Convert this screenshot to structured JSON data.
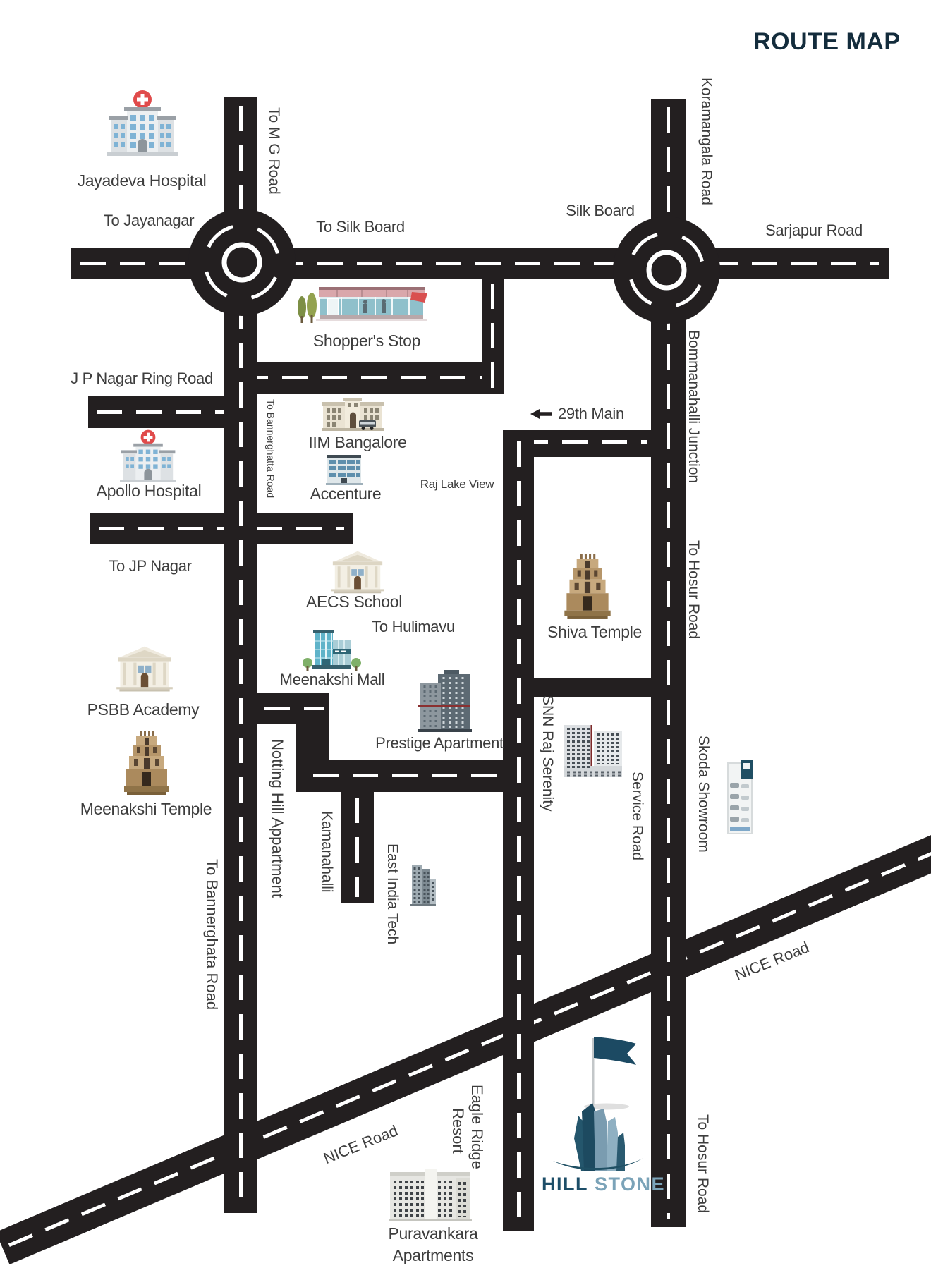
{
  "title": "ROUTE MAP",
  "roads": {
    "to_mg_road": "To M G Road",
    "to_jayanagar": "To Jayanagar",
    "to_silk_board": "To Silk Board",
    "silk_board": "Silk Board",
    "koramangala_road": "Koramangala Road",
    "sarjapur_road": "Sarjapur Road",
    "jp_nagar_ring_road": "J P Nagar Ring Road",
    "to_bannerghatta_small": "To Bannerghatta Road",
    "main_29th": "29th Main",
    "bommanahalli_junction": "Bommanahalli Junction",
    "to_hosur_road": "To Hosur Road",
    "to_jp_nagar": "To JP Nagar",
    "to_hulimavu": "To Hulimavu",
    "service_road": "Service Road",
    "notting_hill": "Notting Hill Appartment",
    "kamanahalli": "Kamanahalli",
    "east_india_tech": "East India Tech",
    "to_bannerghata_big": "To Bannerghata Road",
    "nice_road": "NICE Road",
    "to_hosur_road_bottom": "To Hosur Road"
  },
  "landmarks": {
    "jayadeva": "Jayadeva Hospital",
    "shoppers_stop": "Shopper's Stop",
    "iim": "IIM Bangalore",
    "accenture": "Accenture",
    "raj_lake_view": "Raj Lake View",
    "apollo": "Apollo Hospital",
    "aecs": "AECS School",
    "shiva_temple": "Shiva Temple",
    "meenakshi_mall": "Meenakshi Mall",
    "psbb": "PSBB Academy",
    "meenakshi_temple": "Meenakshi Temple",
    "prestige": "Prestige Apartment",
    "snn": "SNN Raj Serenity",
    "skoda": "Skoda Showroom",
    "eagle_ridge_line1": "Eagle Ridge",
    "eagle_ridge_line2": "Resort",
    "puravankara_line1": "Puravankara",
    "puravankara_line2": "Apartments"
  },
  "logo": {
    "word1": "HILL",
    "word2": "STONE"
  },
  "colors": {
    "road_black": "#231f20",
    "label_gray": "#3d3d3d",
    "title_navy": "#132c3c",
    "logo_dark_blue": "#1d4e68",
    "logo_light_blue": "#7ba3b8",
    "hospital_cross_red": "#e04b4b"
  }
}
